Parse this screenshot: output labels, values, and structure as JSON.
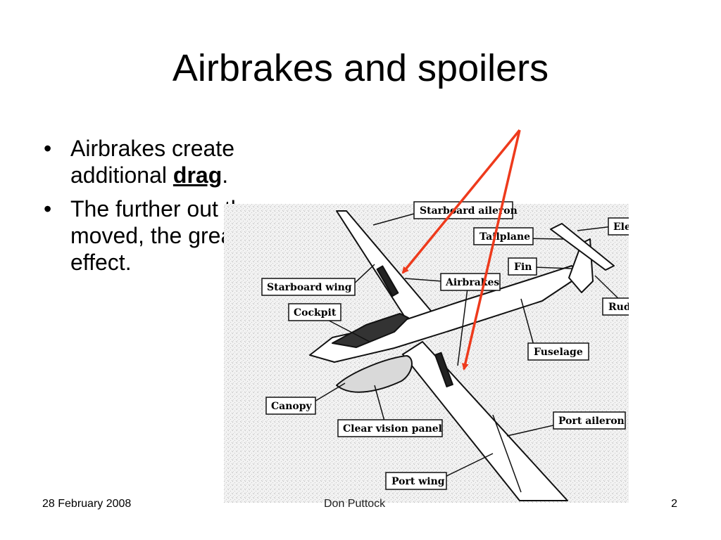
{
  "slide": {
    "title": "Airbrakes and spoilers",
    "bullets": [
      {
        "text_before": "Airbrakes create additional ",
        "emphasis": "drag",
        "text_after": "."
      },
      {
        "text": "The further out they moved, the greater the effect."
      }
    ]
  },
  "diagram": {
    "labels": {
      "starboard_aileron": "Starboard aileron",
      "tailplane": "Tailplane",
      "elevator": "Elevator",
      "fin": "Fin",
      "airbrakes": "Airbrakes",
      "starboard_wing": "Starboard wing",
      "rudder": "Rudder",
      "cockpit": "Cockpit",
      "fuselage": "Fuselage",
      "canopy": "Canopy",
      "clear_vision_panel": "Clear vision panel",
      "port_aileron": "Port aileron",
      "port_wing": "Port wing"
    },
    "pointer_color": "#ee3a1c"
  },
  "footer": {
    "date": "28 February 2008",
    "author": "Don Puttock",
    "page": "2"
  }
}
